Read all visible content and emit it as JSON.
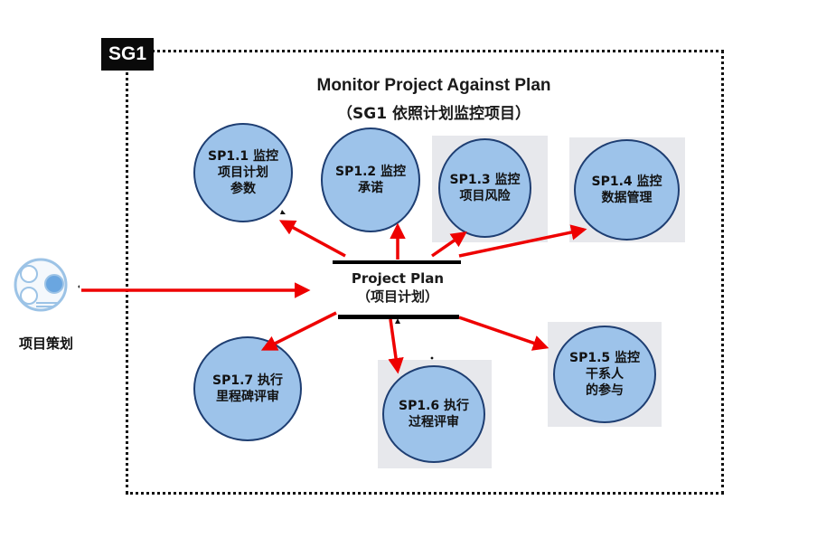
{
  "goal": {
    "tag": "SG1",
    "title": "Monitor Project Against Plan",
    "subtitle": "（SG1 依照计划监控项目）"
  },
  "center": {
    "line1": "Project Plan",
    "line2": "（项目计划）"
  },
  "source": {
    "label": "项目策划",
    "icon": "process-circles-icon"
  },
  "practices": [
    {
      "id": "sp1-1",
      "lines": [
        "SP1.1 监控",
        "项目计划",
        "参数"
      ]
    },
    {
      "id": "sp1-2",
      "lines": [
        "SP1.2 监控",
        "承诺"
      ]
    },
    {
      "id": "sp1-3",
      "lines": [
        "SP1.3 监控",
        "项目风险"
      ]
    },
    {
      "id": "sp1-4",
      "lines": [
        "SP1.4 监控",
        "数据管理"
      ]
    },
    {
      "id": "sp1-5",
      "lines": [
        "SP1.5 监控",
        "干系人",
        "的参与"
      ]
    },
    {
      "id": "sp1-6",
      "lines": [
        "SP1.6 执行",
        "过程评审"
      ]
    },
    {
      "id": "sp1-7",
      "lines": [
        "SP1.7 执行",
        "里程碑评审"
      ]
    }
  ],
  "colors": {
    "circle_fill": "#9dc3ea",
    "circle_border": "#1e3e72",
    "arrow": "#ee0000"
  }
}
